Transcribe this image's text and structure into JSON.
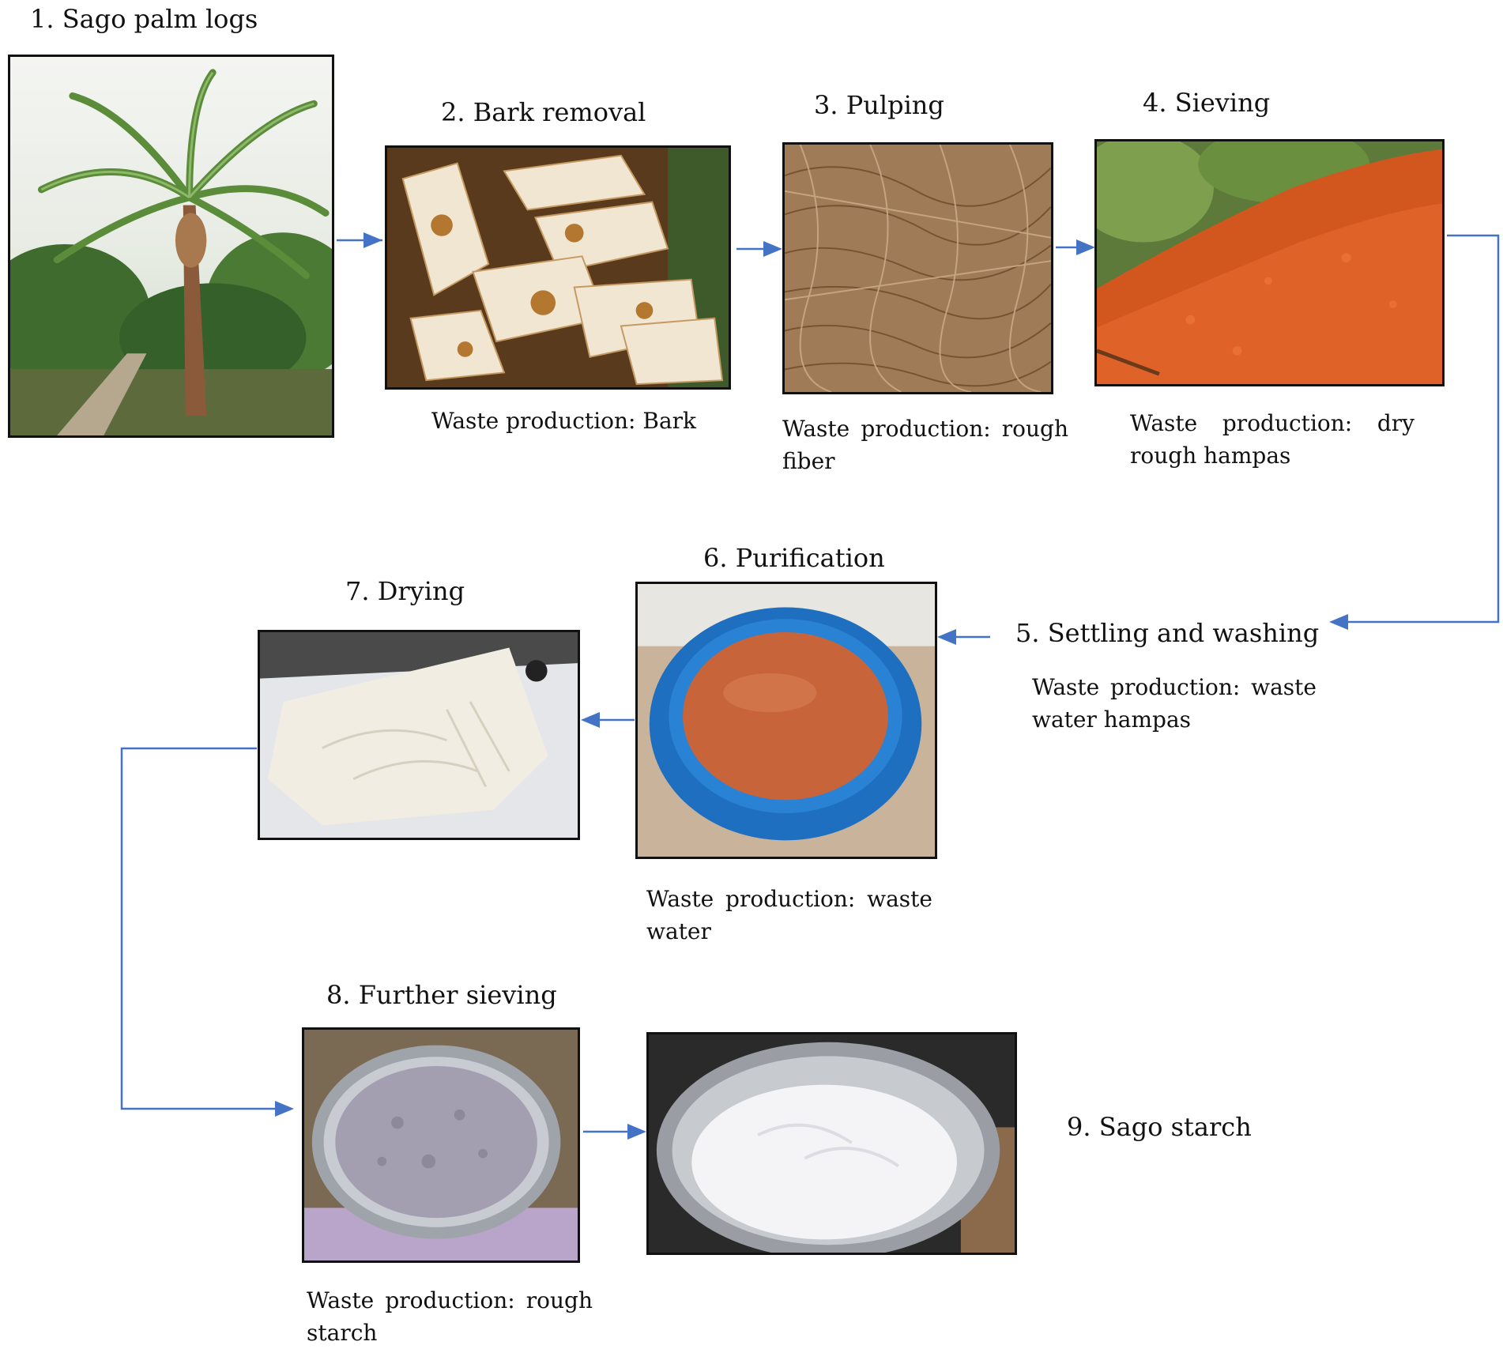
{
  "steps": [
    {
      "id": 1,
      "label": "1.   Sago palm logs",
      "photo": "sago-palm-tree"
    },
    {
      "id": 2,
      "label": "2. Bark removal",
      "photo": "bark-pieces",
      "waste": "Waste production: Bark"
    },
    {
      "id": 3,
      "label": "3. Pulping",
      "photo": "rough-fiber",
      "waste": "Waste production: rough fiber"
    },
    {
      "id": 4,
      "label": "4. Sieving",
      "photo": "orange-hampas-pile",
      "waste": "Waste production: dry rough hampas"
    },
    {
      "id": 5,
      "label": "5. Settling and washing",
      "waste": "Waste production: waste water hampas"
    },
    {
      "id": 6,
      "label": "6. Purification",
      "photo": "blue-basin-water",
      "waste": "Waste production: waste water"
    },
    {
      "id": 7,
      "label": "7. Drying",
      "photo": "drying-starch-sheet"
    },
    {
      "id": 8,
      "label": "8. Further sieving",
      "photo": "grey-starch-bowl",
      "waste": "Waste production: rough starch"
    },
    {
      "id": 9,
      "label": "9. Sago starch",
      "photo": "white-starch-bowl"
    }
  ],
  "colors": {
    "arrow": "#4472c4",
    "border": "#111111"
  }
}
